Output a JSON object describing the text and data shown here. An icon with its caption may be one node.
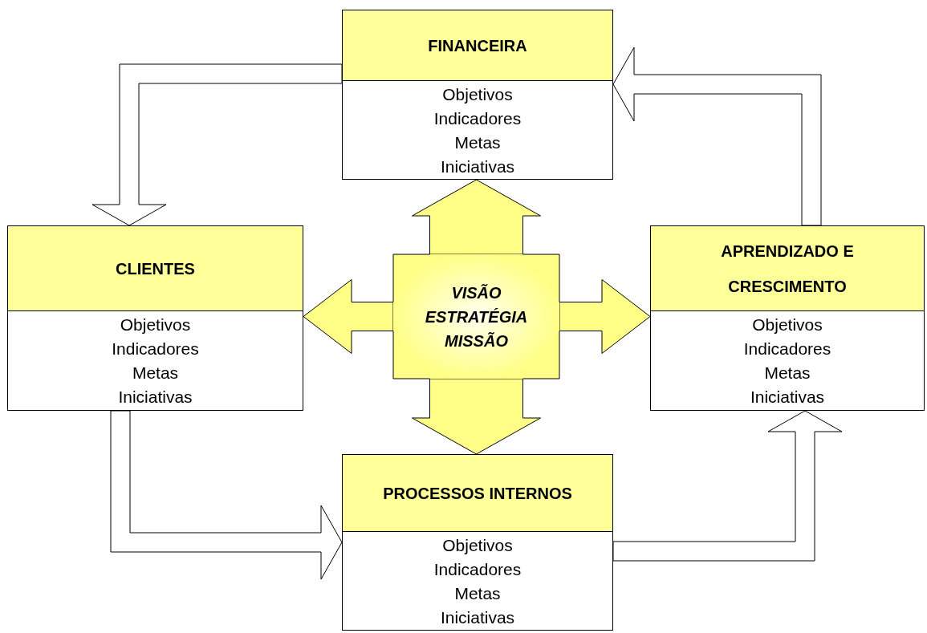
{
  "diagram": {
    "nodes": [
      {
        "text": [
          "FINANCEIRA",
          "Objetivos Indicadores Metas Iniciativas"
        ]
      },
      {
        "text": [
          "CLIENTES",
          "Objetivos Indicadores Metas Iniciativas"
        ]
      },
      {
        "text": [
          "VISÃO ESTRATÉGIA MISSÃO"
        ]
      },
      {
        "text": [
          "APRENDIZADO E CRESCIMENTO",
          "Objetivos Indicadores Metas Iniciativas"
        ]
      },
      {
        "text": [
          "PROCESSOS INTERNOS",
          "Objetivos Indicadores Metas Iniciativas"
        ]
      }
    ],
    "edges": [
      {
        "from": 0,
        "to": 1,
        "arrow": "to"
      },
      {
        "from": 1,
        "to": 4,
        "arrow": "to"
      },
      {
        "from": 4,
        "to": 3,
        "arrow": "to"
      },
      {
        "from": 3,
        "to": 0,
        "arrow": "to"
      },
      {
        "from": 2,
        "to": 0,
        "arrow": "to"
      },
      {
        "from": 2,
        "to": 1,
        "arrow": "to"
      },
      {
        "from": 2,
        "to": 3,
        "arrow": "to"
      },
      {
        "from": 2,
        "to": 4,
        "arrow": "to"
      }
    ]
  }
}
